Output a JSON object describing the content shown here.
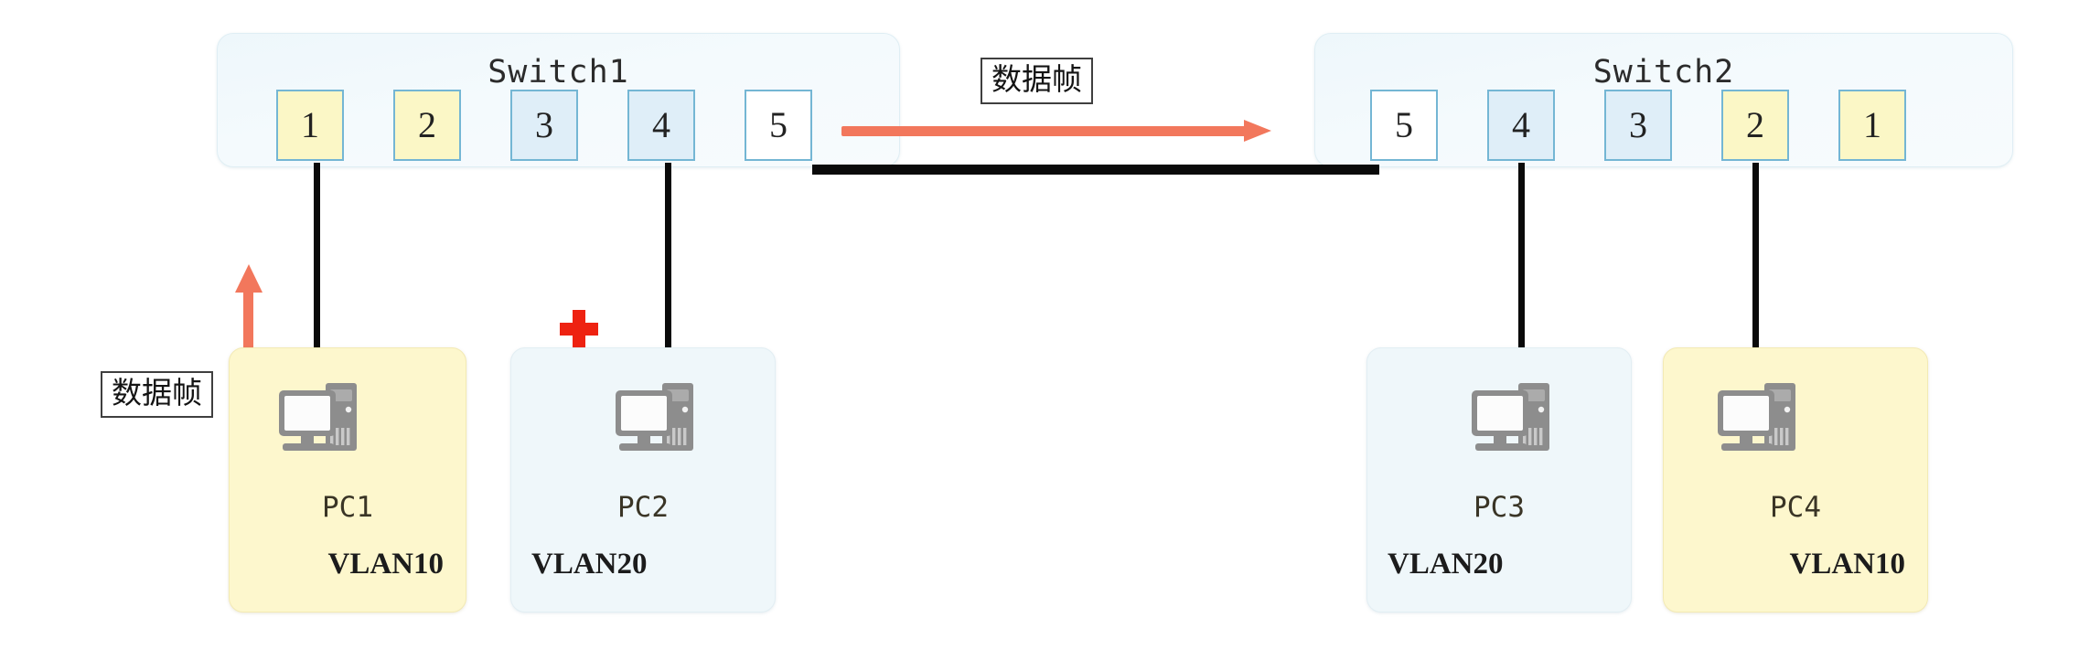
{
  "diagram": {
    "title": "VLAN data frame forwarding between two switches",
    "colors": {
      "vlan10_fill": "#fbf7c6",
      "vlan20_fill": "#dfeef8",
      "trunk_fill": "#ffffff",
      "port_border": "#74b6d4",
      "switch_fill": "#f2f9fc",
      "flow_arrow": "#f2775c",
      "link_line": "#0a0a0a",
      "cross_marker": "#ee2211",
      "pc_icon": "#8a8a8a"
    }
  },
  "switches": [
    {
      "name": "switch1",
      "title": "Switch1",
      "ports": [
        {
          "label": "1",
          "kind": "vlan10"
        },
        {
          "label": "2",
          "kind": "vlan10"
        },
        {
          "label": "3",
          "kind": "vlan20"
        },
        {
          "label": "4",
          "kind": "vlan20"
        },
        {
          "label": "5",
          "kind": "trunk"
        }
      ]
    },
    {
      "name": "switch2",
      "title": "Switch2",
      "ports": [
        {
          "label": "5",
          "kind": "trunk"
        },
        {
          "label": "4",
          "kind": "vlan20"
        },
        {
          "label": "3",
          "kind": "vlan20"
        },
        {
          "label": "2",
          "kind": "vlan10"
        },
        {
          "label": "1",
          "kind": "vlan10"
        }
      ]
    }
  ],
  "hosts": [
    {
      "name": "pc1",
      "label": "PC1",
      "vlan": "VLAN10",
      "kind": "vlan10",
      "vlan_align": "right"
    },
    {
      "name": "pc2",
      "label": "PC2",
      "vlan": "VLAN20",
      "kind": "vlan20",
      "vlan_align": "left"
    },
    {
      "name": "pc3",
      "label": "PC3",
      "vlan": "VLAN20",
      "kind": "vlan20",
      "vlan_align": "left"
    },
    {
      "name": "pc4",
      "label": "PC4",
      "vlan": "VLAN10",
      "kind": "vlan10",
      "vlan_align": "right"
    }
  ],
  "annotations": {
    "frame_label_left": "数据帧",
    "frame_label_trunk": "数据帧"
  }
}
